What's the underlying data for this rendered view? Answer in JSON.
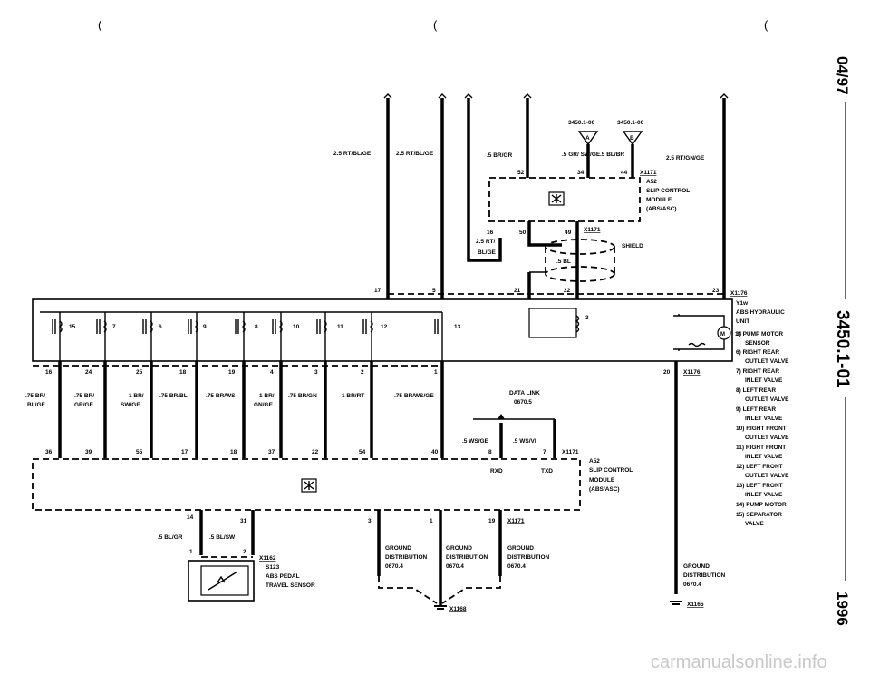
{
  "margin_marks": [
    "(",
    "(",
    "("
  ],
  "right_margin": {
    "date": "04/97",
    "section": "3450.1-01",
    "year": "1996"
  },
  "watermark": "carmanualsonline.info",
  "refs": {
    "a_ref": "3450.1-00",
    "b_ref": "3450.1-00",
    "a_letter": "A",
    "b_letter": "B"
  },
  "top_wires": [
    "2.5 RT/BL/GE",
    "2.5 RT/BL/GE",
    ".5 BR/GR",
    ".5 GR/ SW/GE",
    ".5 BL/BR",
    "2.5 RT/GN/GE"
  ],
  "top_pins": [
    "52",
    "34",
    "44",
    "17",
    "5",
    "21",
    "22",
    "23",
    "16",
    "50",
    "49"
  ],
  "module_a52_top": {
    "connector": "X1171",
    "connector_2": "X1171",
    "name": "A52",
    "line1": "SLIP CONTROL",
    "line2": "MODULE",
    "line3": "(ABS/ASC)"
  },
  "wire_16": {
    "line1": "2.5 RT/",
    "line2": "BL/GE"
  },
  "shield": {
    "label": "SHIELD",
    "wire": ".5 BL"
  },
  "hydraulic_unit": {
    "connector": "X1176",
    "code": "Y1w",
    "name_line1": "ABS HYDRAULIC",
    "name_line2": "UNIT",
    "pin_3": "3",
    "pin_14": "14",
    "legend": [
      "3) PUMP MOTOR",
      "SENSOR",
      "6) RIGHT REAR",
      "OUTLET VALVE",
      "7) RIGHT REAR",
      "INLET VALVE",
      "8) LEFT REAR",
      "OUTLET VALVE",
      "9) LEFT REAR",
      "INLET VALVE",
      "10) RIGHT FRONT",
      "OUTLET VALVE",
      "11) RIGHT FRONT",
      "INLET VALVE",
      "12) LEFT FRONT",
      "OUTLET VALVE",
      "13) LEFT FRONT",
      "INLET VALVE",
      "14) PUMP MOTOR",
      "15) SEPARATOR",
      "VALVE"
    ]
  },
  "valve_numbers": [
    "15",
    "7",
    "6",
    "9",
    "8",
    "10",
    "11",
    "12",
    "13"
  ],
  "lower_pins_top": [
    "16",
    "24",
    "25",
    "18",
    "19",
    "4",
    "3",
    "2",
    "1",
    "20"
  ],
  "lower_wires": [
    {
      "l1": ".75 BR/",
      "l2": "BL/GE"
    },
    {
      "l1": ".75 BR/",
      "l2": "GR/GE"
    },
    {
      "l1": "1 BR/",
      "l2": "SW/GE"
    },
    {
      "l1": ".75 BR/BL",
      "l2": ""
    },
    {
      "l1": ".75 BR/WS",
      "l2": ""
    },
    {
      "l1": "1 BR/",
      "l2": "GN/GE"
    },
    {
      "l1": ".75 BR/GN",
      "l2": ""
    },
    {
      "l1": "1 BR/RT",
      "l2": ""
    },
    {
      "l1": ".75 BR/WS/GE",
      "l2": ""
    }
  ],
  "x1176_lower": "X1176",
  "data_link": {
    "line1": "DATA LINK",
    "line2": "0670.5",
    "wire1": ".5 WS/GE",
    "wire2": ".5 WS/VI",
    "pin1": "8",
    "pin2": "7",
    "rxd": "RXD",
    "txd": "TXD"
  },
  "lower_pins_bottom": [
    "36",
    "39",
    "55",
    "17",
    "18",
    "37",
    "22",
    "54",
    "40"
  ],
  "module_a52_bottom": {
    "connector": "X1171",
    "name": "A52",
    "line1": "SLIP CONTROL",
    "line2": "MODULE",
    "line3": "(ABS/ASC)"
  },
  "pedal_sensor": {
    "pin_top1": "14",
    "pin_top2": "31",
    "wire1": ".5 BL/GR",
    "wire2": ".5 BL/SW",
    "pin_b1": "1",
    "pin_b2": "2",
    "connector": "X1162",
    "code": "S123",
    "line1": "ABS PEDAL",
    "line2": "TRAVEL SENSOR"
  },
  "ground_pins": [
    "3",
    "1",
    "19"
  ],
  "ground_connector": "X1171",
  "ground_blocks": [
    {
      "l1": "GROUND",
      "l2": "DISTRIBUTION",
      "l3": "0670.4"
    },
    {
      "l1": "GROUND",
      "l2": "DISTRIBUTION",
      "l3": "0670.4"
    },
    {
      "l1": "GROUND",
      "l2": "DISTRIBUTION",
      "l3": "0670.4"
    },
    {
      "l1": "GROUND",
      "l2": "DISTRIBUTION",
      "l3": "0670.4"
    }
  ],
  "ground_x1168": "X1168",
  "ground_x1165": "X1165"
}
